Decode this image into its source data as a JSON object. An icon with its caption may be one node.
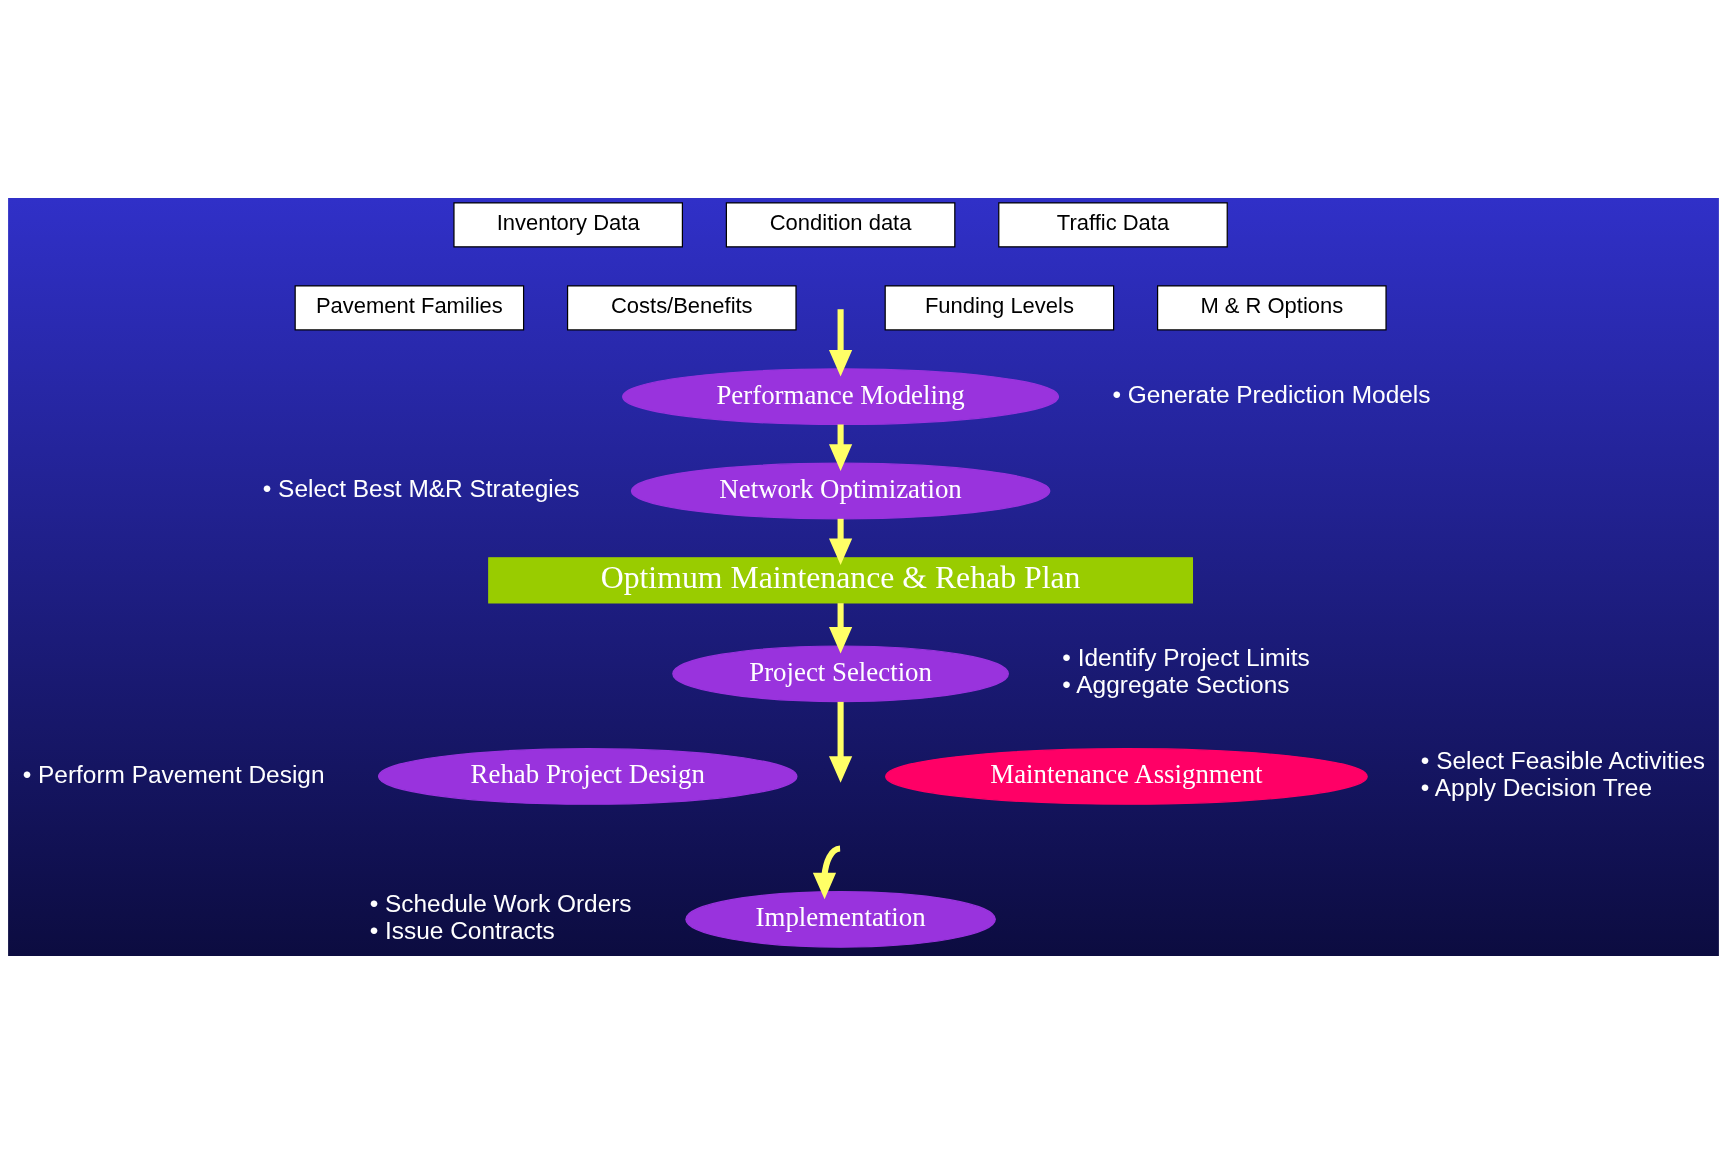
{
  "diagram": {
    "nodes": [
      {
        "text": [
          "Inventory Data"
        ]
      },
      {
        "text": [
          "Condition data"
        ]
      },
      {
        "text": [
          "Traffic Data"
        ]
      },
      {
        "text": [
          "Pavement Families"
        ]
      },
      {
        "text": [
          "Costs/Benefits"
        ]
      },
      {
        "text": [
          "Funding Levels"
        ]
      },
      {
        "text": [
          "M & R Options"
        ]
      },
      {
        "text": [
          "Performance Modeling"
        ],
        "beside": [
          "• Generate Prediction Models"
        ]
      },
      {
        "text": [
          "Network Optimization"
        ],
        "beside": [
          "• Select Best M&R Strategies"
        ]
      },
      {
        "text": [
          "Optimum Maintenance & Rehab Plan"
        ]
      },
      {
        "text": [
          "Project Selection"
        ],
        "beside": [
          "• Identify Project Limits",
          "• Aggregate Sections"
        ]
      },
      {
        "text": [
          "Rehab Project Design"
        ],
        "beside": [
          "• Perform Pavement Design"
        ]
      },
      {
        "text": [
          "Maintenance Assignment"
        ],
        "beside": [
          "• Select Feasible Activities",
          "• Apply Decision Tree"
        ]
      },
      {
        "text": [
          "Implementation"
        ],
        "beside": [
          "• Schedule Work Orders",
          "• Issue Contracts"
        ]
      }
    ],
    "edges": [
      {
        "from": null,
        "to": 7,
        "arrow": "to"
      },
      {
        "from": 7,
        "to": 8,
        "arrow": "to"
      },
      {
        "from": 8,
        "to": 9,
        "arrow": "to"
      },
      {
        "from": 9,
        "to": 10,
        "arrow": "to"
      },
      {
        "from": 10,
        "to": null,
        "arrow": "to"
      },
      {
        "from": null,
        "to": 13,
        "arrow": "to"
      }
    ]
  }
}
